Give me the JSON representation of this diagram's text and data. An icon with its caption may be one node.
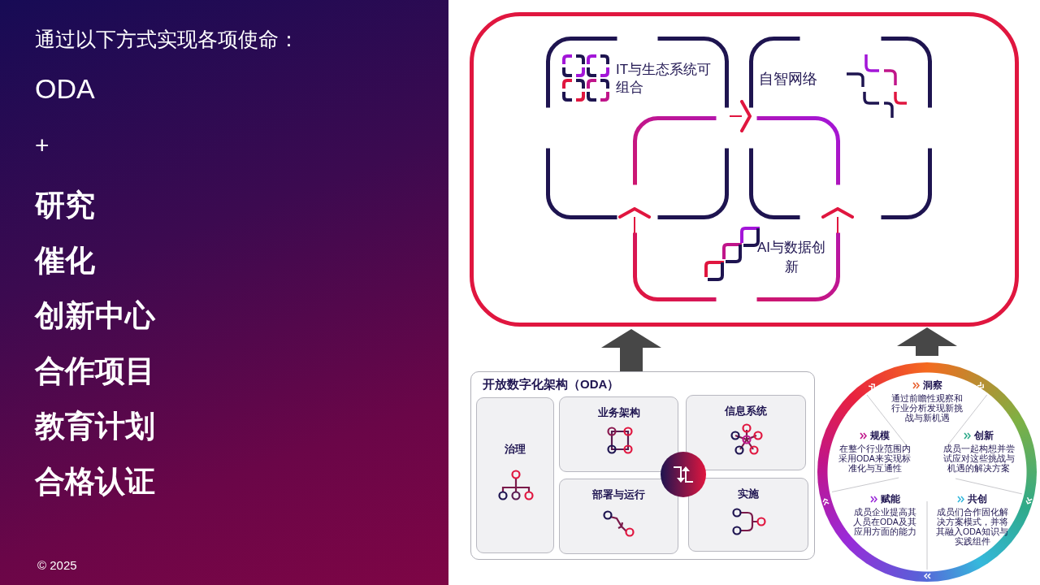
{
  "diagram": {
    "nodes": [
      {
        "text": [],
        "shape": "box"
      },
      {
        "text": [
          "IT与生态系统可组合"
        ],
        "in": 0
      },
      {
        "text": [
          "自智网络"
        ],
        "in": 0
      },
      {
        "text": [
          "AI与数据创新"
        ],
        "in": 0
      },
      {
        "text": [
          "开放数字化架构（ODA）"
        ]
      },
      {
        "text": [
          "治理"
        ],
        "in": 4
      },
      {
        "text": [
          "业务架构"
        ],
        "in": 4
      },
      {
        "text": [
          "信息系统"
        ],
        "in": 4
      },
      {
        "text": [
          "部署与运行"
        ],
        "in": 4
      },
      {
        "text": [
          "实施"
        ],
        "in": 4
      },
      {
        "text": [],
        "shape": "circle"
      },
      {
        "text": [
          "洞察",
          "通过前瞻性观察和行业分析发现新挑战与新机遇"
        ],
        "in": 10
      },
      {
        "text": [
          "创新",
          "成员一起构想并尝试应对这些挑战与机遇的解决方案"
        ],
        "in": 10
      },
      {
        "text": [
          "共创",
          "成员们合作固化解决方案模式，并将其融入ODA知识与实践组件"
        ],
        "in": 10
      },
      {
        "text": [
          "赋能",
          "成员企业提高其人员在ODA及其应用方面的能力"
        ],
        "in": 10
      },
      {
        "text": [
          "规模",
          "在整个行业范围内采用ODA来实现标准化与互通性"
        ],
        "in": 10
      }
    ],
    "edges": [
      {
        "from": 1,
        "to": 2,
        "arrow": "to"
      },
      {
        "from": 3,
        "to": 1,
        "arrow": "to"
      },
      {
        "from": 3,
        "to": 2,
        "arrow": "to"
      },
      {
        "from": 4,
        "to": 0,
        "arrow": "to",
        "style": "thick",
        "color": "#474747"
      },
      {
        "from": 10,
        "to": 0,
        "arrow": "to",
        "style": "thick",
        "color": "#474747"
      }
    ],
    "labels": [
      "通过以下方式实现各项使命：",
      "ODA",
      "+",
      "研究",
      "催化",
      "创新中心",
      "合作项目",
      "教育计划",
      "合格认证",
      "© 2025"
    ]
  }
}
